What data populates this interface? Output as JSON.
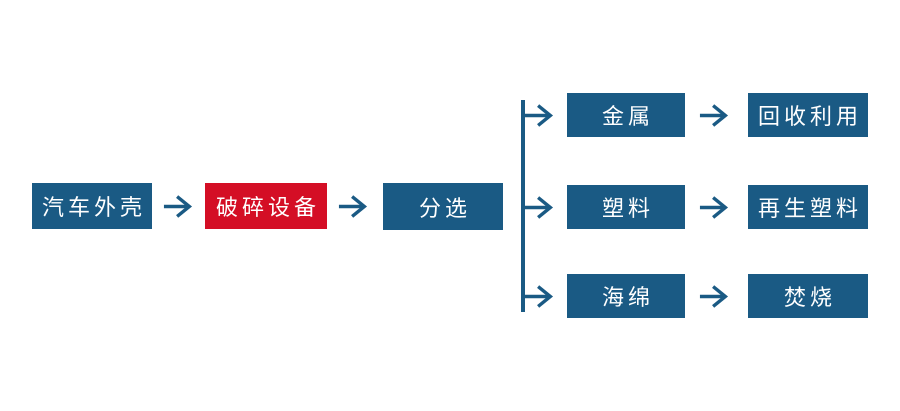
{
  "colors": {
    "background": "#ffffff",
    "box_blue": "#1A5A84",
    "box_red": "#D40E25",
    "arrow_blue": "#1A5A84",
    "text_white": "#ffffff"
  },
  "flow": {
    "main": [
      {
        "id": "car-shell",
        "label": "汽车外壳",
        "color": "blue"
      },
      {
        "id": "crushing-equipment",
        "label": "破碎设备",
        "color": "red"
      },
      {
        "id": "sorting",
        "label": "分选",
        "color": "blue"
      }
    ],
    "branches": [
      {
        "id": "metal",
        "material": "金属",
        "result": "回收利用"
      },
      {
        "id": "plastic",
        "material": "塑料",
        "result": "再生塑料"
      },
      {
        "id": "sponge",
        "material": "海绵",
        "result": "焚烧"
      }
    ]
  }
}
